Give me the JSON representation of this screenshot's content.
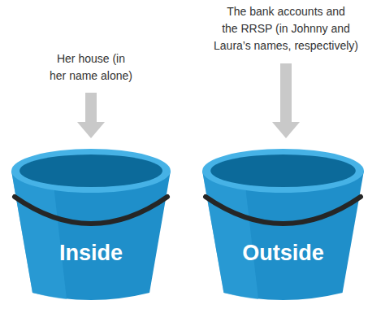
{
  "diagram": {
    "nodes": [
      {
        "text": [
          "Inside"
        ]
      },
      {
        "text": [
          "Outside"
        ]
      }
    ],
    "labels": [
      "Her house (in her name alone)",
      "The bank accounts and the RRSP (in Johnny and Laura’s names, respectively)"
    ]
  }
}
